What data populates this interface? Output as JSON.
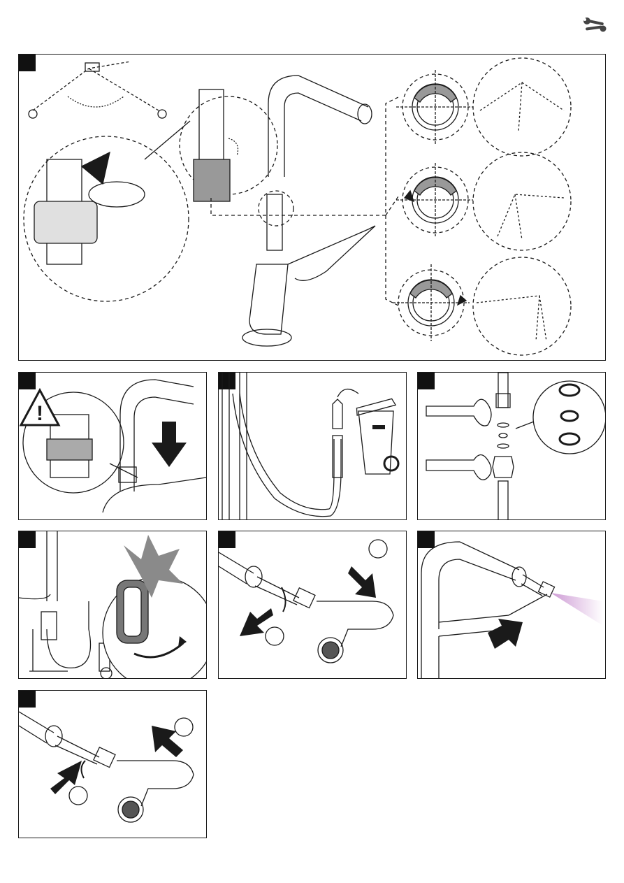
{
  "header": {
    "tools_icon": "wrench-icon"
  },
  "panels": [
    {
      "id": "p1",
      "step": ""
    },
    {
      "id": "p2",
      "step": ""
    },
    {
      "id": "p3",
      "step": ""
    },
    {
      "id": "p4",
      "step": ""
    },
    {
      "id": "p5",
      "step": ""
    },
    {
      "id": "p6",
      "step": ""
    },
    {
      "id": "p7",
      "step": ""
    },
    {
      "id": "p8",
      "step": ""
    }
  ],
  "colors": {
    "ink": "#1a1a1a",
    "gray": "#8a8a8a",
    "dark_gray": "#555555",
    "spray": "#c890d0"
  },
  "icons": [
    "warning-icon",
    "arrow-icon",
    "trash-bin-icon",
    "wrench-icon",
    "rotate-arrow-icon",
    "burst-icon"
  ]
}
